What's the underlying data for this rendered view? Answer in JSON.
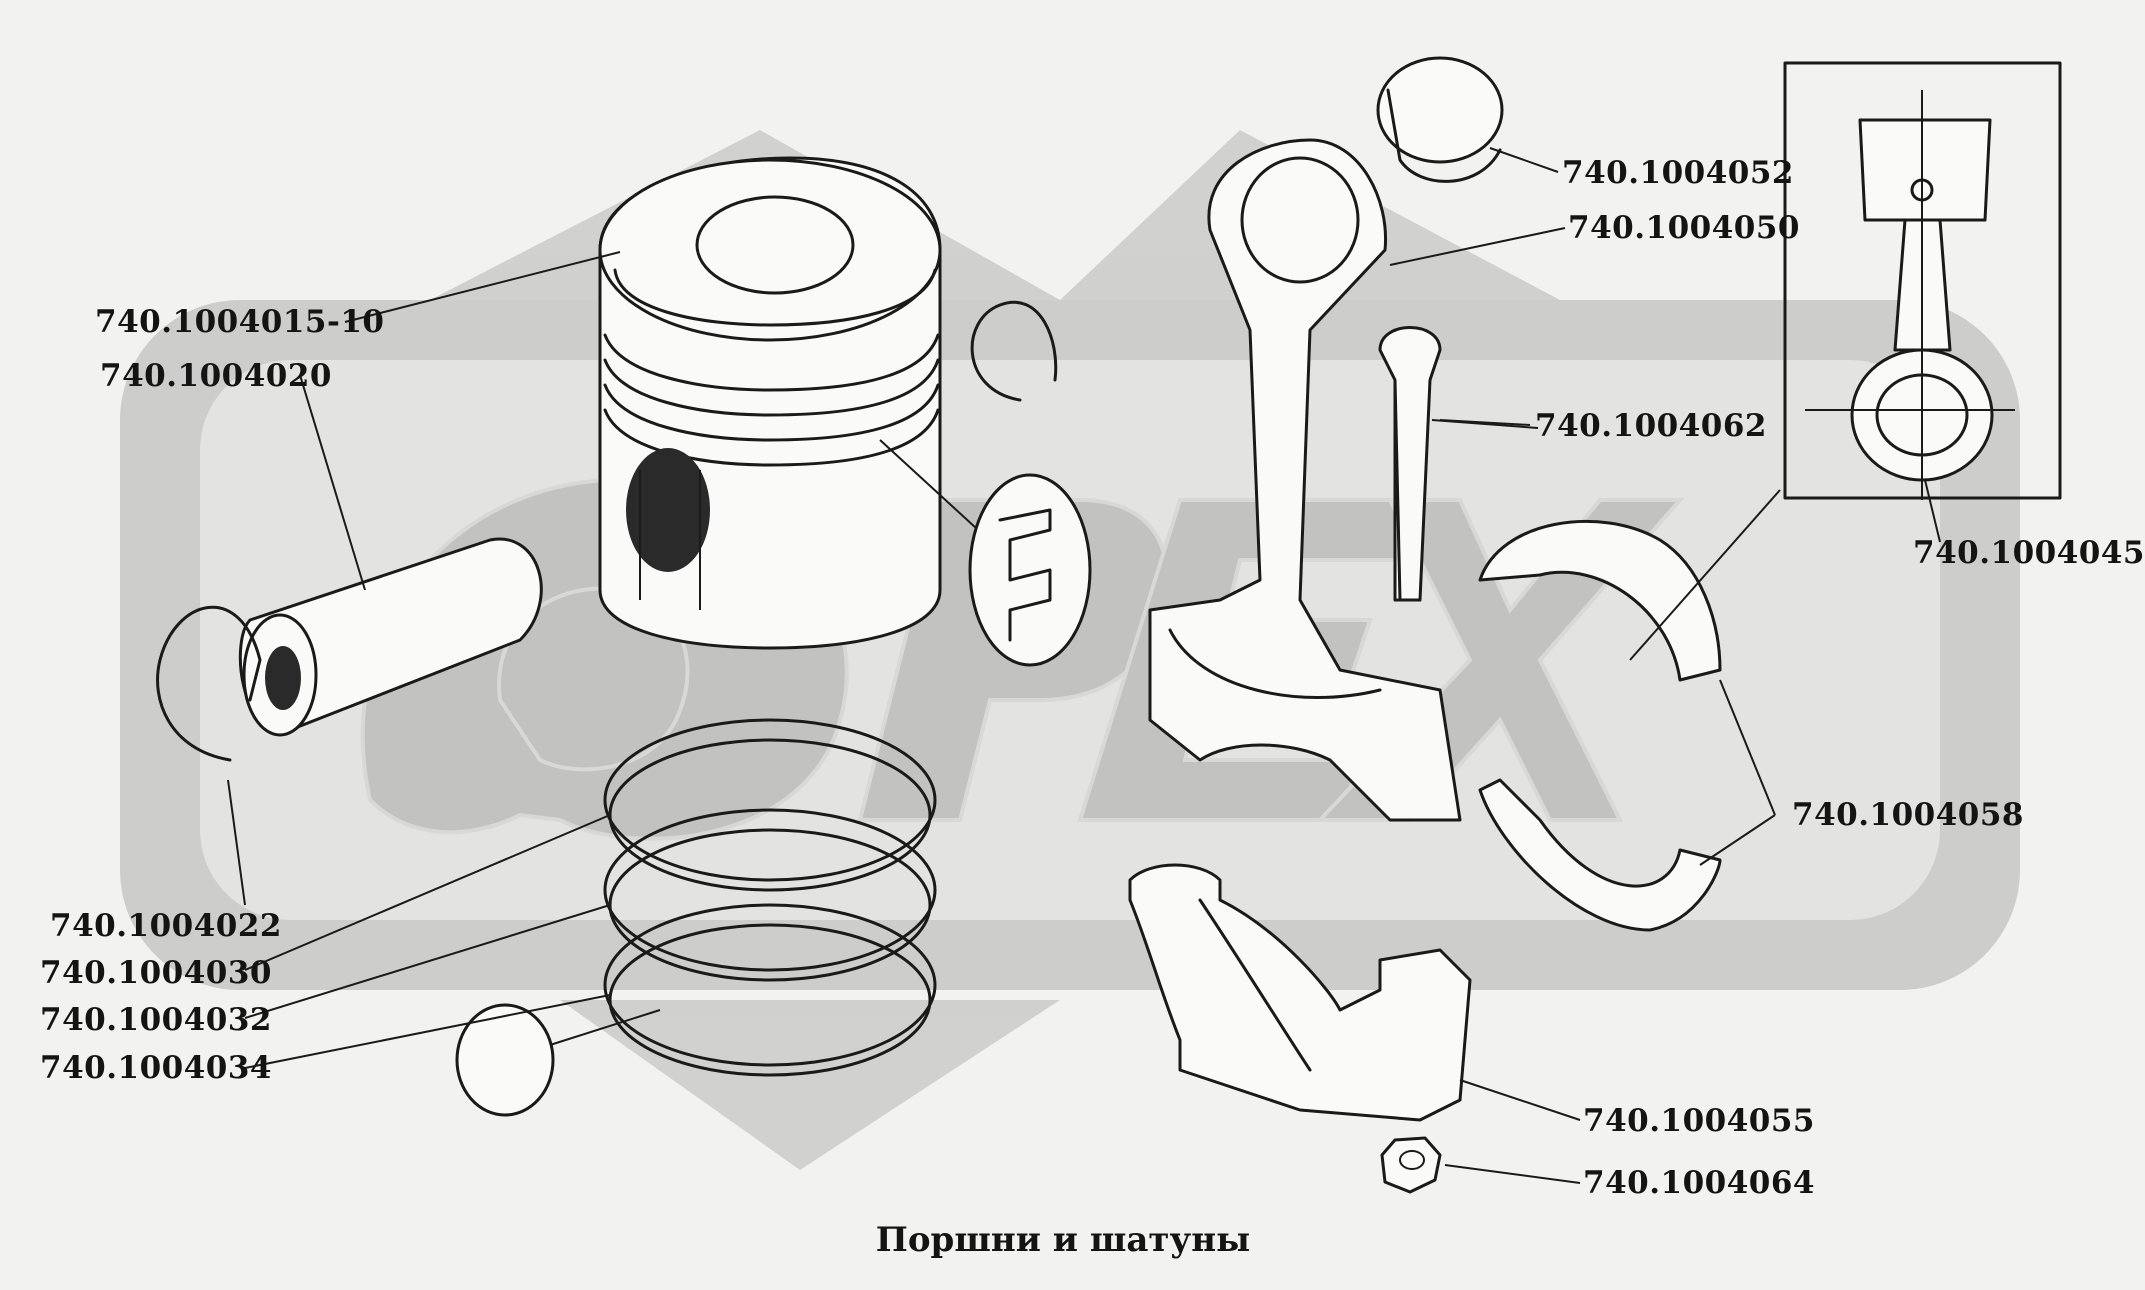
{
  "caption": "Поршни и шатуны",
  "watermark": "ОРЕХ",
  "labels": [
    {
      "id": "piston",
      "text": "740.1004015-10"
    },
    {
      "id": "piston-pin",
      "text": "740.1004020"
    },
    {
      "id": "retaining-ring",
      "text": "740.1004022"
    },
    {
      "id": "compression-ring-1",
      "text": "740.1004030"
    },
    {
      "id": "compression-ring-2",
      "text": "740.1004032"
    },
    {
      "id": "oil-ring",
      "text": "740.1004034"
    },
    {
      "id": "bushing",
      "text": "740.1004052"
    },
    {
      "id": "connecting-rod",
      "text": "740.1004050"
    },
    {
      "id": "rod-bolt",
      "text": "740.1004062"
    },
    {
      "id": "piston-rod-assembly",
      "text": "740.1004045"
    },
    {
      "id": "bearing-shell",
      "text": "740.1004058"
    },
    {
      "id": "rod-cap",
      "text": "740.1004055"
    },
    {
      "id": "rod-nut",
      "text": "740.1004064"
    }
  ]
}
